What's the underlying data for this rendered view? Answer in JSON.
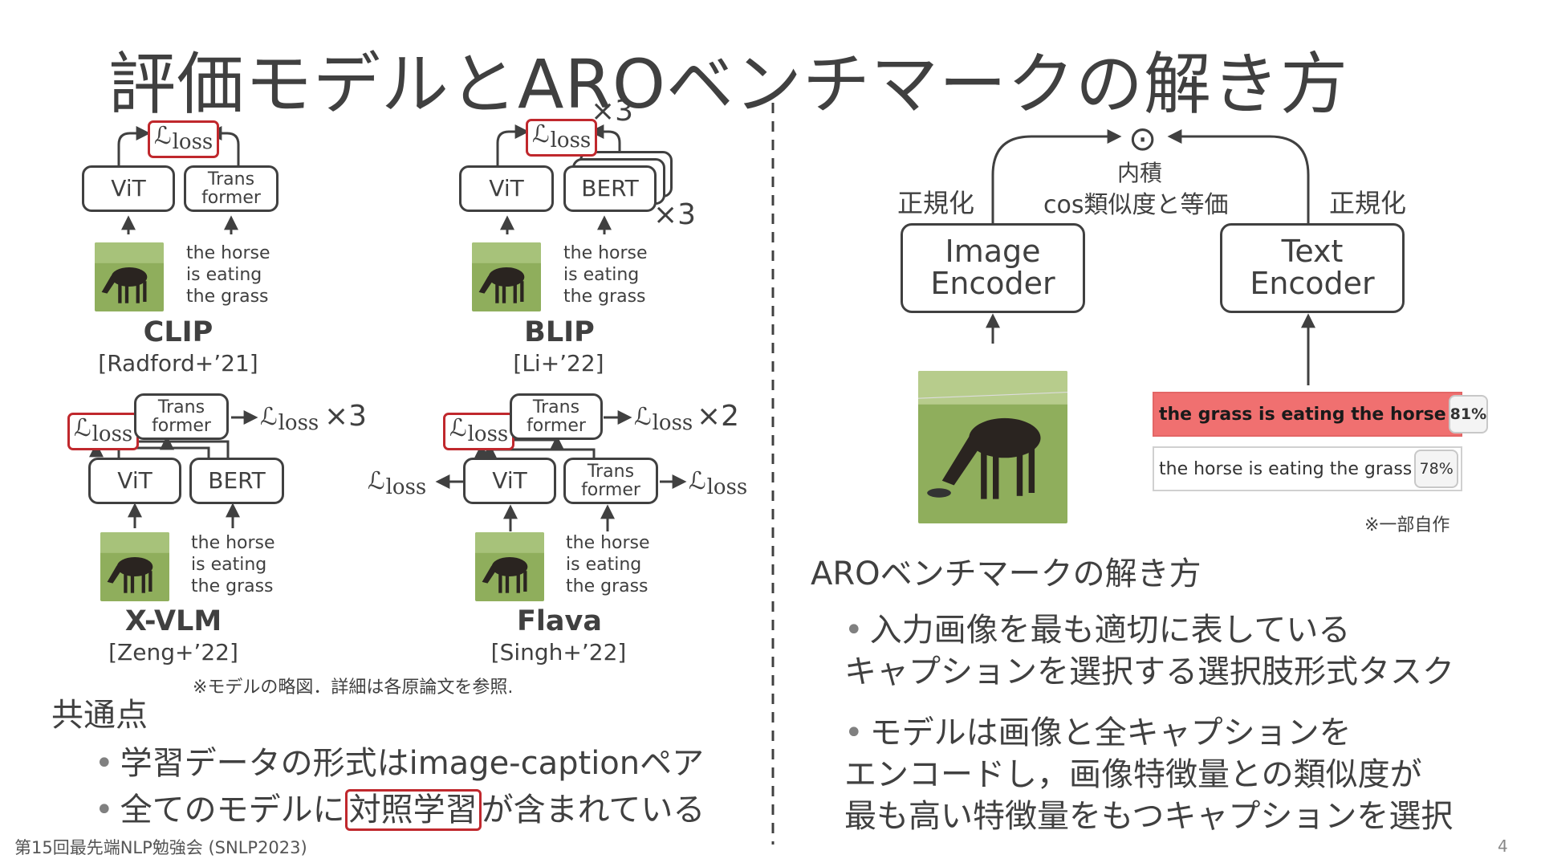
{
  "title": "評価モデルとAROベンチマークの解き方",
  "caption_text": [
    "the horse",
    "is eating",
    "the grass"
  ],
  "loss_symbol": "ℒ",
  "loss_sub": "loss",
  "models": {
    "clip": {
      "name": "CLIP",
      "ref": "[Radford+’21]",
      "enc1": "ViT",
      "enc2a": "Trans",
      "enc2b": "former"
    },
    "blip": {
      "name": "BLIP",
      "ref": "[Li+’22]",
      "enc1": "ViT",
      "enc2": "BERT",
      "mult_top": "×3",
      "mult_side": "×3"
    },
    "xvlm": {
      "name": "X-VLM",
      "ref": "[Zeng+’22]",
      "enc1": "ViT",
      "enc2": "BERT",
      "fusion_a": "Trans",
      "fusion_b": "former",
      "mult": "×3"
    },
    "flava": {
      "name": "Flava",
      "ref": "[Singh+’22]",
      "enc1": "ViT",
      "enc2a": "Trans",
      "enc2b": "former",
      "fusion_a": "Trans",
      "fusion_b": "former",
      "mult": "×2"
    }
  },
  "model_note": "※モデルの略図．詳細は各原論文を参照.",
  "common": {
    "heading": "共通点",
    "bullets": [
      "学習データの形式はimage-captionペア"
    ],
    "bullet2_pre": "全てのモデルに",
    "bullet2_highlight": "対照学習",
    "bullet2_post": "が含まれている"
  },
  "right_diagram": {
    "dot_symbol": "⊙",
    "inner_product": "内積",
    "cos_note": "cos類似度と等価",
    "normalize_left": "正規化",
    "normalize_right": "正規化",
    "image_encoder_a": "Image",
    "image_encoder_b": "Encoder",
    "text_encoder_a": "Text",
    "text_encoder_b": "Encoder",
    "options": [
      {
        "text": "the grass is eating the horse",
        "pct": "81%",
        "selected": true
      },
      {
        "text": "the horse is eating the grass",
        "pct": "78%",
        "selected": false
      }
    ],
    "note": "※一部自作"
  },
  "aro": {
    "heading": "AROベンチマークの解き方",
    "b1_l1": "入力画像を最も適切に表している",
    "b1_l2": "キャプションを選択する選択肢形式タスク",
    "b2_l1": "モデルは画像と全キャプションを",
    "b2_l2": "エンコードし，画像特徴量との類似度が",
    "b2_l3": "最も高い特徴量をもつキャプションを選択"
  },
  "footer": {
    "left": "第15回最先端NLP勉強会 (SNLP2023)",
    "page": "4"
  },
  "colors": {
    "accent_red": "#c0282d",
    "selected_option": "#f07070",
    "text": "#404040"
  }
}
